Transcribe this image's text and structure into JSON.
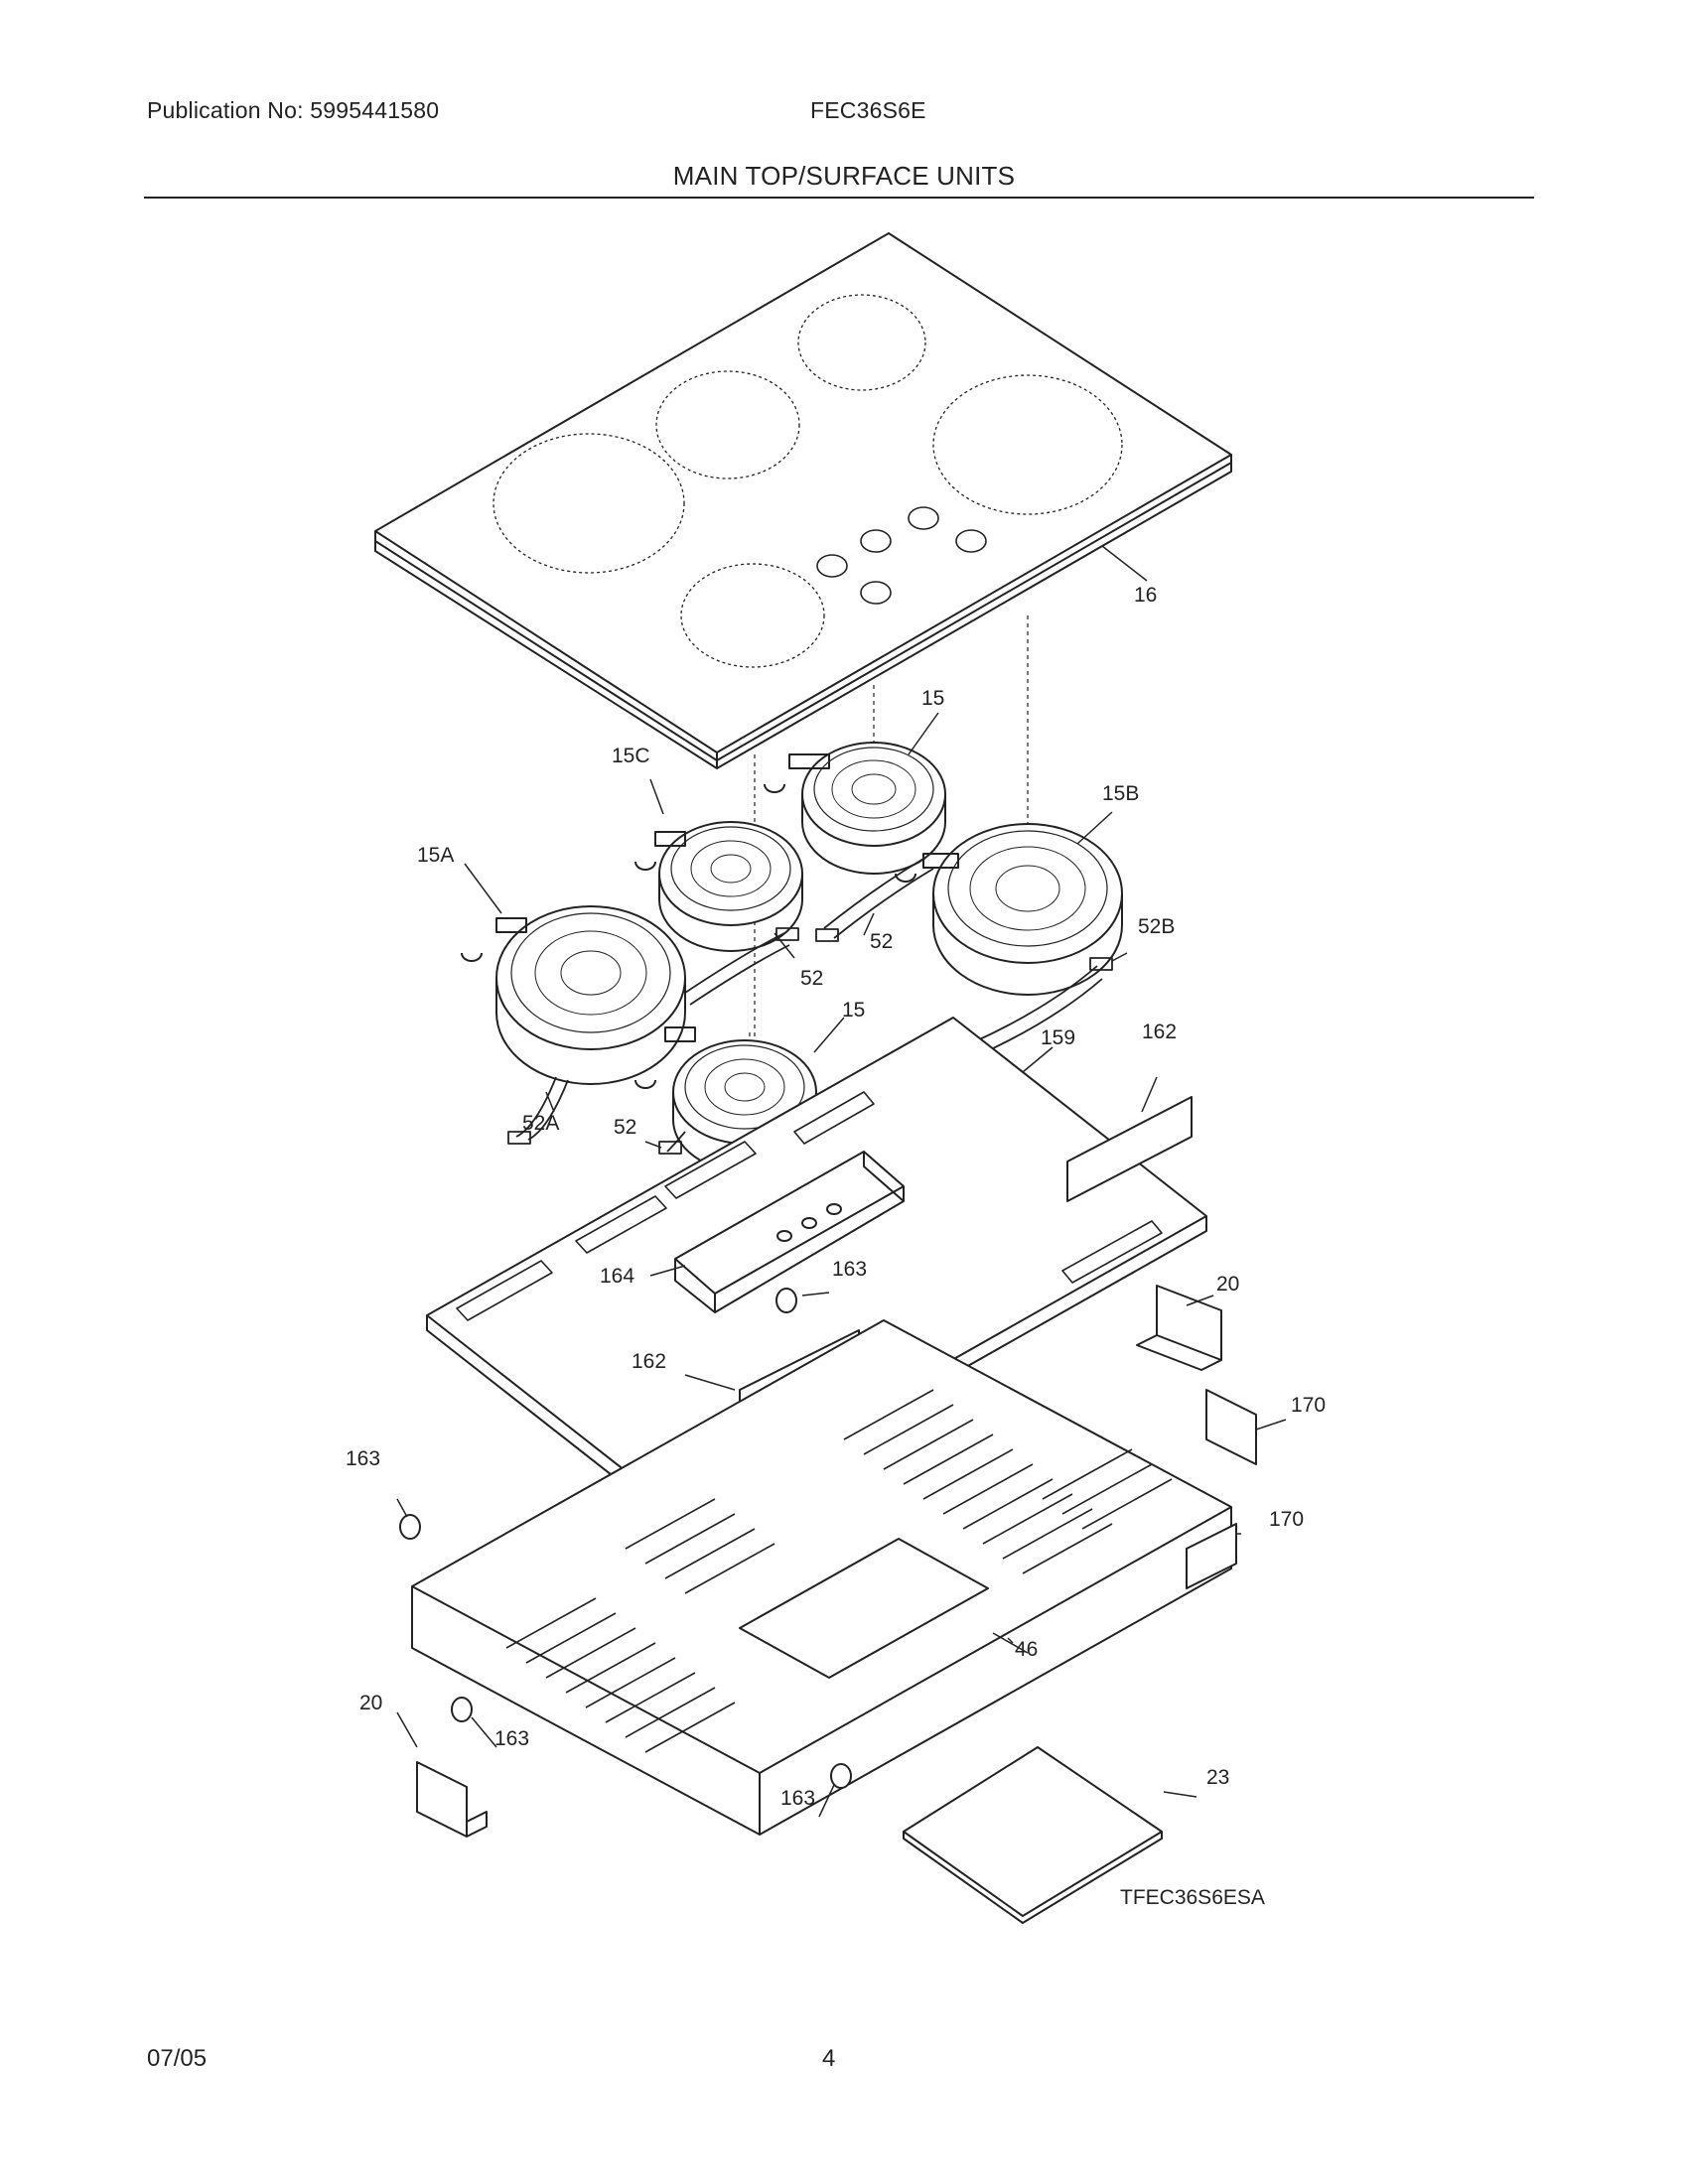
{
  "header": {
    "publication": "Publication No: 5995441580",
    "model": "FEC36S6E",
    "section_title": "MAIN TOP/SURFACE UNITS"
  },
  "diagram": {
    "reference_code": "TFEC36S6ESA",
    "callouts": {
      "glass_top": "16",
      "element_rear_center": "15",
      "element_front_center": "15",
      "element_left_small": "15C",
      "element_left_large": "15A",
      "element_right_large": "15B",
      "lead_right": "52",
      "lead_left": "52",
      "lead_center": "52",
      "lead_52a": "52A",
      "lead_52b": "52B",
      "burner_box": "159",
      "bracket_right": "162",
      "bracket_center": "162",
      "channel": "164",
      "grommet_top": "163",
      "grommet_left": "163",
      "grommet_bottom_left": "163",
      "grommet_bottom": "163",
      "bracket_20_right": "20",
      "bracket_20_left": "20",
      "clip_upper": "170",
      "clip_lower": "170",
      "base_pan": "46",
      "cover_plate": "23"
    }
  },
  "footer": {
    "date": "07/05",
    "page": "4"
  }
}
